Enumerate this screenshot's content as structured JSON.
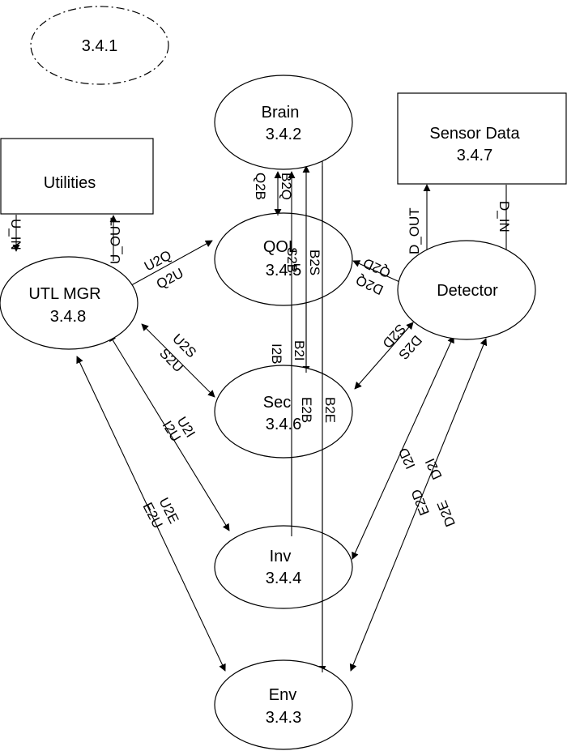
{
  "diagram": {
    "context": {
      "id": "3.4.1"
    },
    "processes": {
      "brain": {
        "name": "Brain",
        "id": "3.4.2"
      },
      "qol": {
        "name": "QOL",
        "id": "3.4.5"
      },
      "utl_mgr": {
        "name": "UTL MGR",
        "id": "3.4.8"
      },
      "detector": {
        "name": "Detector",
        "id": ""
      },
      "sec": {
        "name": "Sec",
        "id": "3.4.6"
      },
      "inv": {
        "name": "Inv",
        "id": "3.4.4"
      },
      "env": {
        "name": "Env",
        "id": "3.4.3"
      }
    },
    "stores": {
      "utilities": {
        "name": "Utilities",
        "id": ""
      },
      "sensor_data": {
        "name": "Sensor Data",
        "id": "3.4.7"
      }
    },
    "flows": {
      "u_in": "U_IN",
      "u_out": "U_OUT",
      "d_out": "D_OUT",
      "d_in": "D_IN",
      "b2q": "B2Q",
      "q2b": "Q2B",
      "u2q": "U2Q",
      "q2u": "Q2U",
      "q2d": "Q2D",
      "d2q": "D2Q",
      "s2b": "S2B",
      "b2s": "B2S",
      "i2b": "I2B",
      "b2i": "B2I",
      "e2b": "E2B",
      "b2e": "B2E",
      "u2s": "U2S",
      "s2u": "S2U",
      "d2s": "D2S",
      "s2d": "S2D",
      "u2i": "U2I",
      "i2u": "I2U",
      "d2i": "D2I",
      "i2d": "I2D",
      "u2e": "U2E",
      "e2u": "E2U",
      "d2e": "D2E",
      "e2d": "E2D"
    }
  }
}
